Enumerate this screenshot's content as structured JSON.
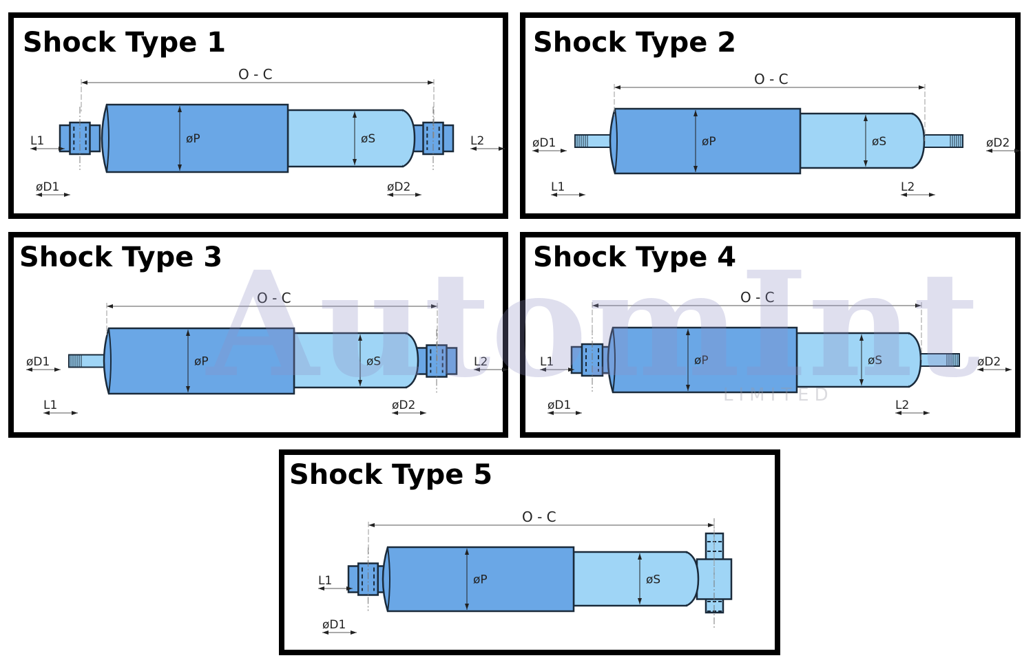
{
  "colors": {
    "body": "#6aa7e6",
    "tube": "#9fd5f6",
    "outline": "#1a2a3a",
    "frame": "#000000"
  },
  "watermark": {
    "text": "AutomInt",
    "subtext": "LIMITED"
  },
  "panels": [
    {
      "title": "Shock Type 1",
      "oc": "O - C",
      "p": "øP",
      "s": "øS",
      "labels": [
        "L1",
        "L2",
        "øD1",
        "øD2"
      ],
      "left": "eye",
      "right": "eye"
    },
    {
      "title": "Shock Type 2",
      "oc": "O - C",
      "p": "øP",
      "s": "øS",
      "labels": [
        "øD1",
        "øD2",
        "L1",
        "L2"
      ],
      "left": "stud",
      "right": "stud"
    },
    {
      "title": "Shock Type 3",
      "oc": "O - C",
      "p": "øP",
      "s": "øS",
      "labels": [
        "øD1",
        "L2",
        "L1",
        "øD2"
      ],
      "left": "stud",
      "right": "eye"
    },
    {
      "title": "Shock Type 4",
      "oc": "O - C",
      "p": "øP",
      "s": "øS",
      "labels": [
        "L1",
        "øD2",
        "øD1",
        "L2"
      ],
      "left": "eye",
      "right": "stud"
    },
    {
      "title": "Shock Type 5",
      "oc": "O - C",
      "p": "øP",
      "s": "øS",
      "labels": [
        "L1",
        "øD1"
      ],
      "left": "eye",
      "right": "tmount"
    }
  ]
}
